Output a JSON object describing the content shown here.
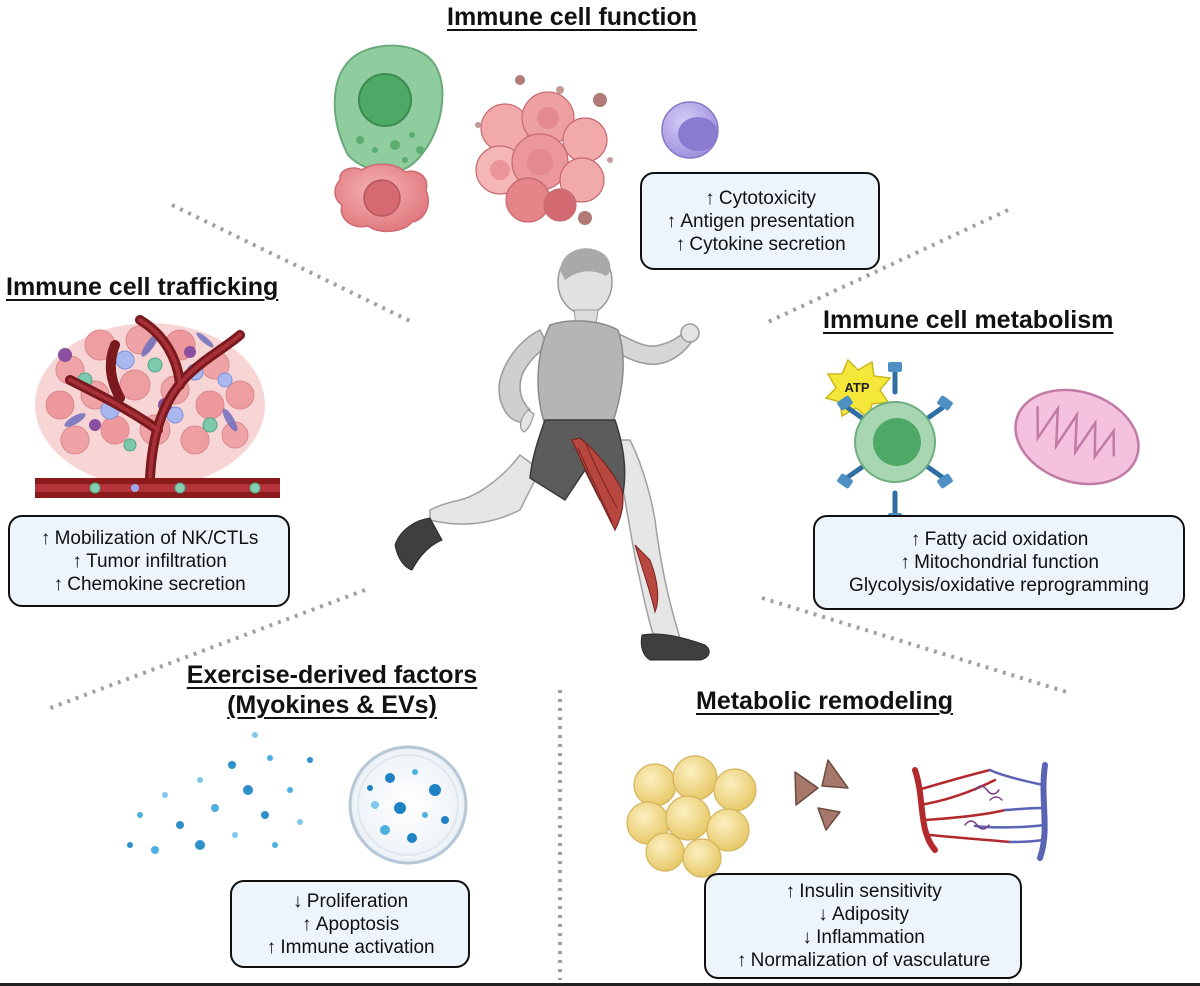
{
  "headings": {
    "function": "Immune cell function",
    "trafficking": "Immune cell trafficking",
    "metabolism": "Immune cell metabolism",
    "factors_line1": "Exercise-derived factors",
    "factors_line2": "(Myokines & EVs)",
    "remodeling": "Metabolic remodeling"
  },
  "arrows": {
    "up": "↑",
    "down": "↓"
  },
  "boxes": {
    "function": [
      "Cytotoxicity",
      "Antigen presentation",
      "Cytokine secretion"
    ],
    "trafficking": [
      "Mobilization of NK/CTLs",
      "Tumor infiltration",
      "Chemokine secretion"
    ],
    "metabolism": [
      "Fatty acid oxidation",
      "Mitochondrial function",
      "Glycolysis/oxidative reprogramming"
    ],
    "factors": [
      "Proliferation",
      "Apoptosis",
      "Immune activation"
    ],
    "remodeling": [
      "Insulin sensitivity",
      "Adiposity",
      "Inflammation",
      "Normalization of vasculature"
    ]
  },
  "labels": {
    "atp": "ATP"
  },
  "colors": {
    "box_fill": "#eef4fb",
    "tumor": "#e8858a",
    "immune_green": "#8cc79a",
    "lymphocyte": "#b3a6e6",
    "vessel": "#8b1a1a",
    "adipocyte": "#f3dd8c",
    "vein": "#5a64b4"
  }
}
